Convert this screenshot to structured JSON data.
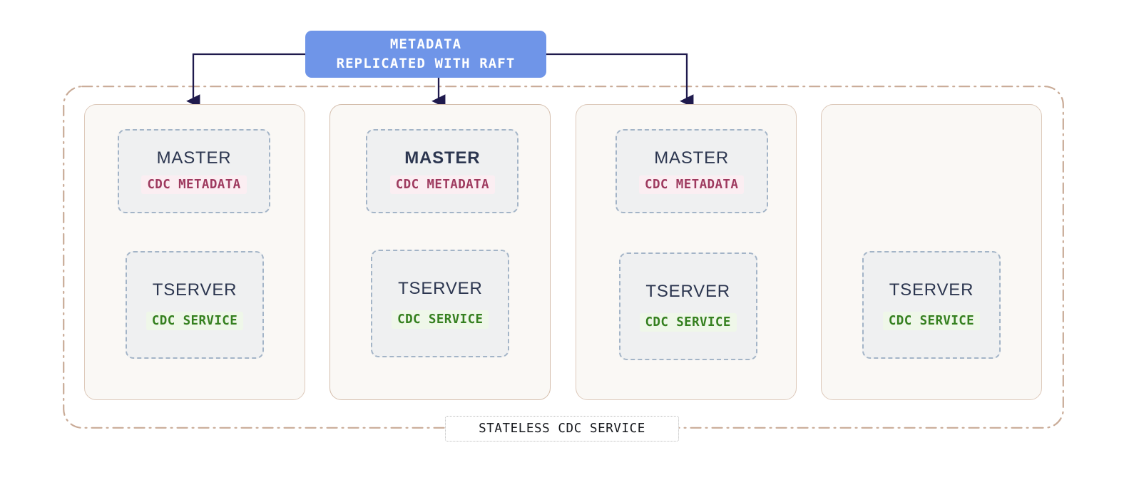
{
  "diagram": {
    "title_box": {
      "line1": "METADATA",
      "line2": "REPLICATED WITH RAFT",
      "color": "#6f95e8",
      "text_color": "#ffffff"
    },
    "cluster": {
      "caption": "STATELESS CDC SERVICE",
      "border_color": "#c9ab97",
      "border_style": "dash-dot"
    },
    "colors": {
      "accent_blue": "#6f95e8",
      "arrow": "#1f1a4d",
      "panel_fill": "#faf8f5",
      "panel_border": "#ddc9ba",
      "proc_fill": "#eff0f1",
      "proc_border": "#a3b4c7",
      "proc_title": "#2c3650",
      "metadata_tag": "#9e3a5f",
      "metadata_tag_bg": "#fbeef2",
      "service_tag": "#35801f",
      "service_tag_bg": "#eff7e9"
    },
    "nodes": [
      {
        "id": "node-1",
        "leader": false,
        "master": {
          "title": "MASTER",
          "tag": "CDC METADATA"
        },
        "tserver": {
          "title": "TSERVER",
          "tag": "CDC SERVICE"
        }
      },
      {
        "id": "node-2",
        "leader": true,
        "master": {
          "title": "MASTER",
          "tag": "CDC METADATA"
        },
        "tserver": {
          "title": "TSERVER",
          "tag": "CDC SERVICE"
        }
      },
      {
        "id": "node-3",
        "leader": false,
        "master": {
          "title": "MASTER",
          "tag": "CDC METADATA"
        },
        "tserver": {
          "title": "TSERVER",
          "tag": "CDC SERVICE"
        }
      },
      {
        "id": "node-4",
        "leader": false,
        "master": null,
        "tserver": {
          "title": "TSERVER",
          "tag": "CDC SERVICE"
        }
      }
    ]
  }
}
